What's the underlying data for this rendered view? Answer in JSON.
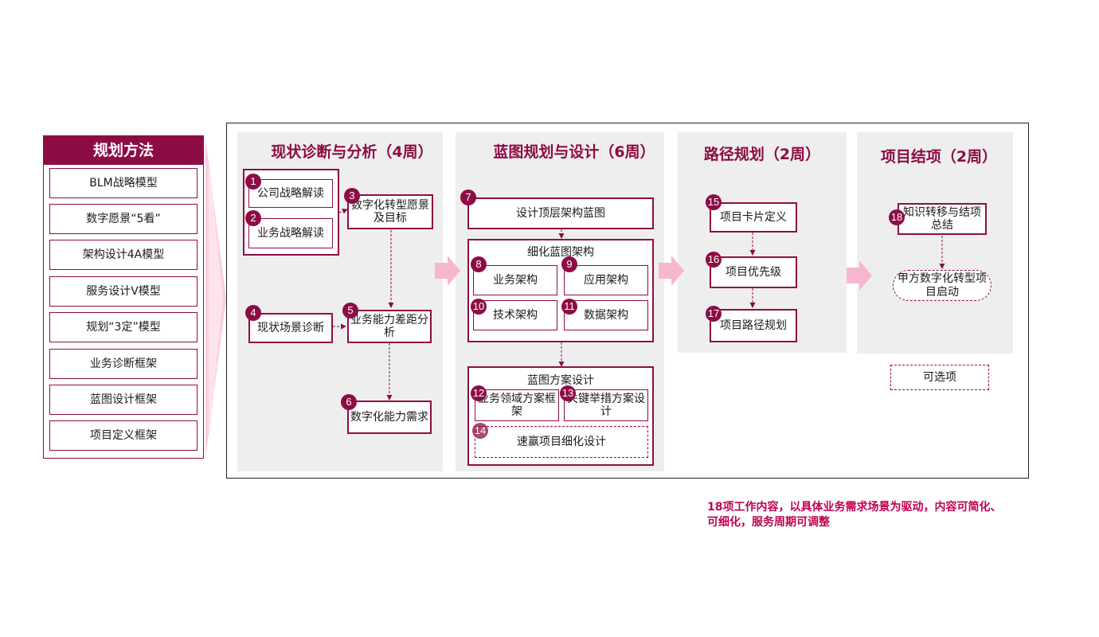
{
  "methods": {
    "title": "规划方法",
    "items": [
      "BLM战略模型",
      "数字愿景“5看”",
      "架构设计4A模型",
      "服务设计V模型",
      "规划“3定”模型",
      "业务诊断框架",
      "蓝图设计框架",
      "项目定义框架"
    ]
  },
  "phases": [
    {
      "title": "现状诊断与分析（4周）",
      "items": {
        "n1": {
          "num": "1",
          "label": "公司战略解读"
        },
        "n2": {
          "num": "2",
          "label": "业务战略解读"
        },
        "n3": {
          "num": "3",
          "label": "数字化转型愿景及目标"
        },
        "n4": {
          "num": "4",
          "label": "现状场景诊断"
        },
        "n5": {
          "num": "5",
          "label": "业务能力差距分析"
        },
        "n6": {
          "num": "6",
          "label": "数字化能力需求"
        }
      }
    },
    {
      "title": "蓝图规划与设计（6周）",
      "items": {
        "n7": {
          "num": "7",
          "label": "设计顶层架构蓝图"
        },
        "group_refine": "细化蓝图架构",
        "n8": {
          "num": "8",
          "label": "业务架构"
        },
        "n9": {
          "num": "9",
          "label": "应用架构"
        },
        "n10": {
          "num": "10",
          "label": "技术架构"
        },
        "n11": {
          "num": "11",
          "label": "数据架构"
        },
        "group_plan": "蓝图方案设计",
        "n12": {
          "num": "12",
          "label": "业务领域方案框架"
        },
        "n13": {
          "num": "13",
          "label": "关键举措方案设计"
        },
        "n14": {
          "num": "14",
          "label": "速赢项目细化设计"
        }
      }
    },
    {
      "title": "路径规划（2周）",
      "items": {
        "n15": {
          "num": "15",
          "label": "项目卡片定义"
        },
        "n16": {
          "num": "16",
          "label": "项目优先级"
        },
        "n17": {
          "num": "17",
          "label": "项目路径规划"
        }
      }
    },
    {
      "title": "项目结项（2周）",
      "items": {
        "n18": {
          "num": "18",
          "label": "知识转移与结项总结"
        },
        "optional_kickoff": "甲方数字化转型项目启动"
      }
    }
  ],
  "legend_optional": "可选项",
  "note": "18项工作内容，以具体业务需求场景为驱动，内容可简化、可细化，服务周期可调整",
  "colors": {
    "accent": "#8e0c45",
    "arrow": "#f7b6cf",
    "panel": "#eeeeef",
    "note": "#c00053"
  }
}
